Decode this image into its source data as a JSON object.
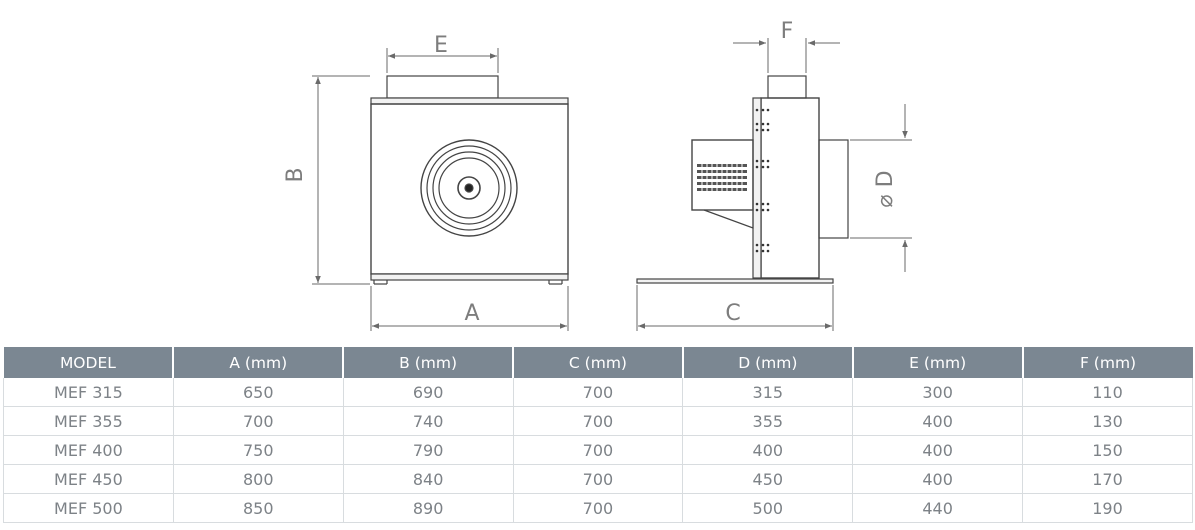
{
  "drawing": {
    "front_view": {
      "width_label": "A",
      "height_label": "B",
      "inlet_label": "E"
    },
    "side_view": {
      "depth_label": "C",
      "diameter_label": "⌀ D",
      "outlet_label": "F"
    }
  },
  "table": {
    "headers": [
      "MODEL",
      "A (mm)",
      "B (mm)",
      "C (mm)",
      "D (mm)",
      "E (mm)",
      "F (mm)"
    ],
    "rows": [
      [
        "MEF 315",
        "650",
        "690",
        "700",
        "315",
        "300",
        "110"
      ],
      [
        "MEF 355",
        "700",
        "740",
        "700",
        "355",
        "400",
        "130"
      ],
      [
        "MEF 400",
        "750",
        "790",
        "700",
        "400",
        "400",
        "150"
      ],
      [
        "MEF 450",
        "800",
        "840",
        "700",
        "450",
        "400",
        "170"
      ],
      [
        "MEF 500",
        "850",
        "890",
        "700",
        "500",
        "440",
        "190"
      ]
    ]
  }
}
